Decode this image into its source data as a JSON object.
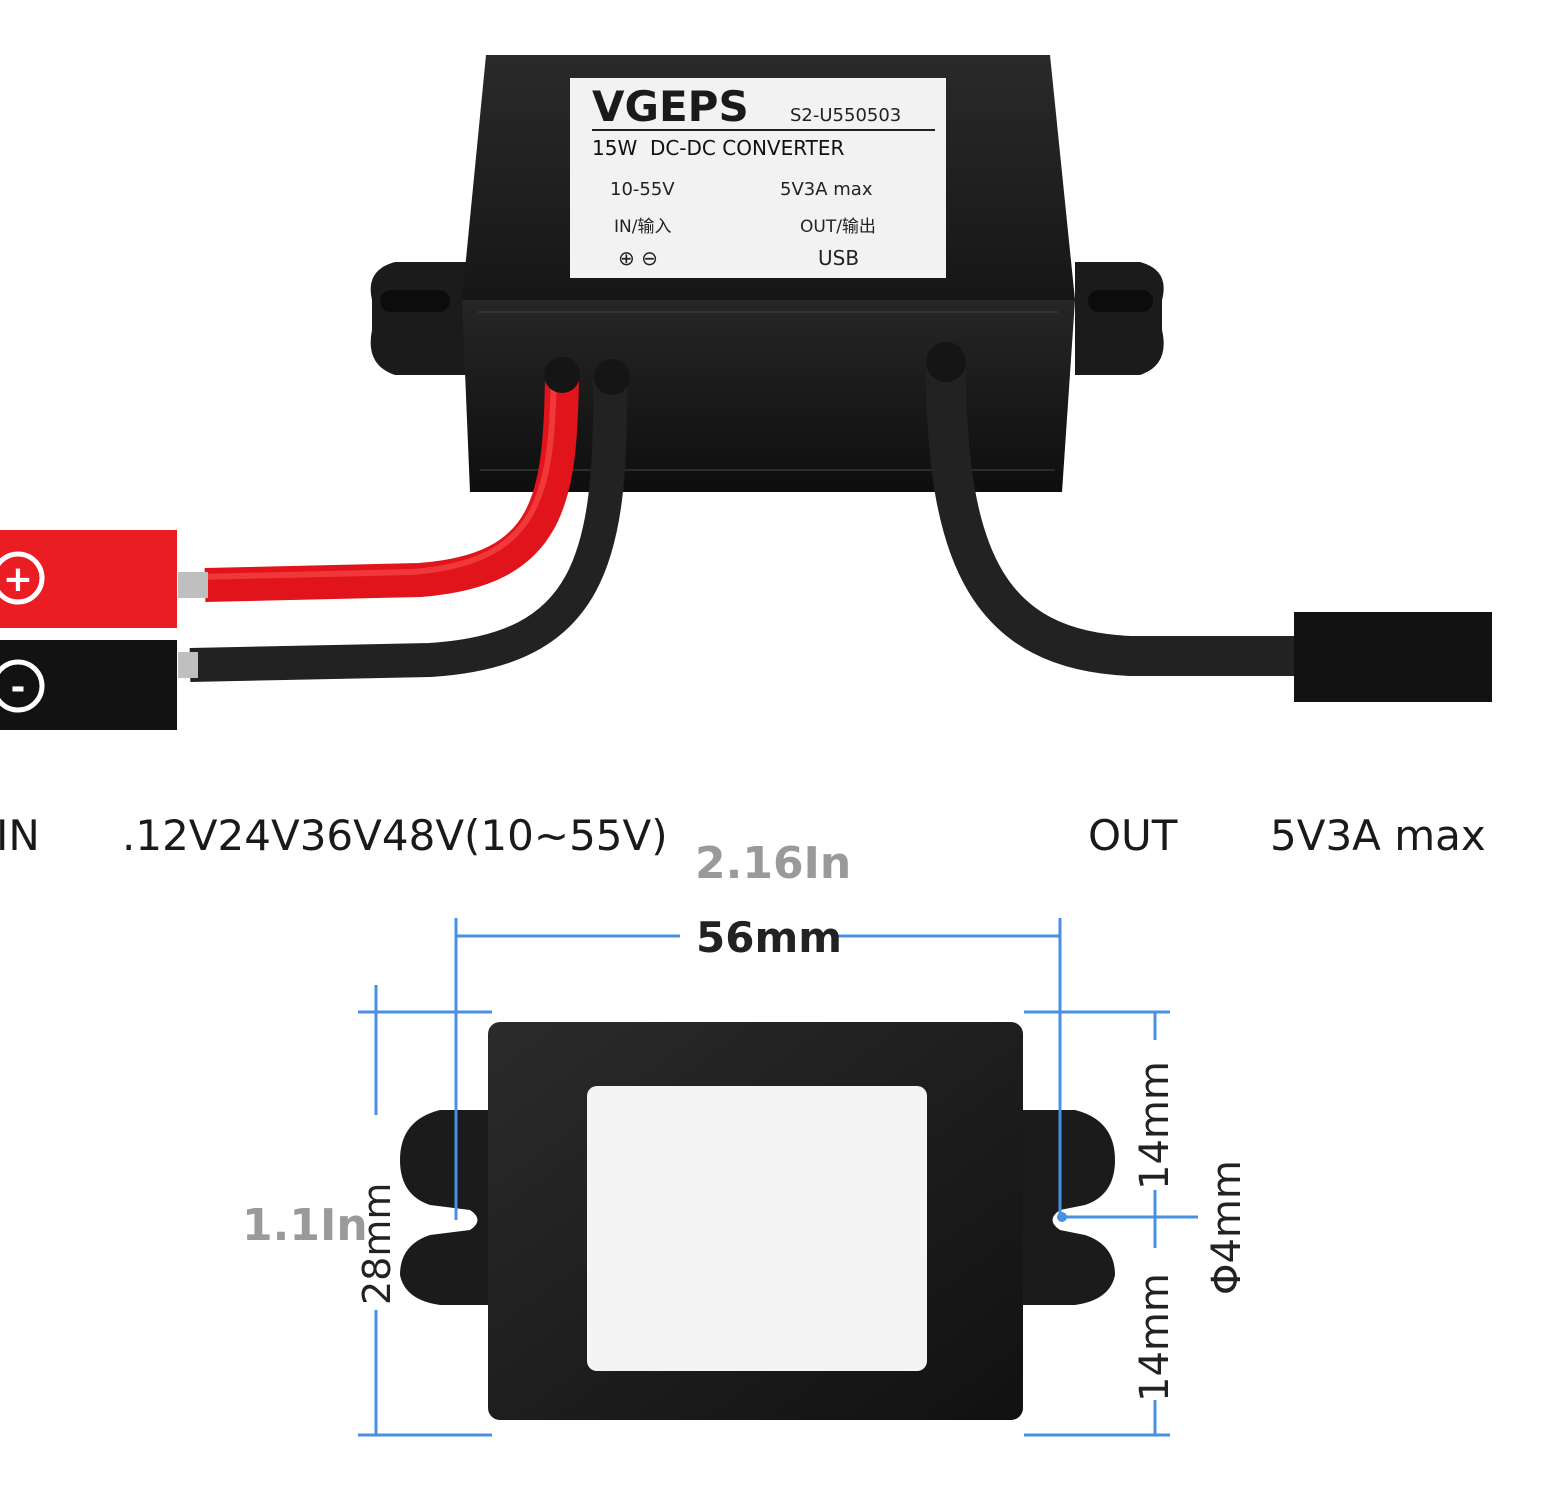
{
  "label": {
    "brand": "VGEPS",
    "model": "S2-U550503",
    "title": "15W  DC-DC CONVERTER",
    "input_range": "10-55V",
    "output_rating": "5V3A max",
    "input_label": "IN/输入",
    "output_label": "OUT/输出",
    "input_symbols": "⊕ ⊖",
    "output_type": "USB"
  },
  "wire_markers": {
    "plus": "+",
    "minus": "-"
  },
  "captions": {
    "in": "IN",
    "in_voltage": ".12V24V36V48V(10~55V)",
    "out": "OUT",
    "out_rating": "5V3A max"
  },
  "dimensions": {
    "width_in": "2.16In",
    "width_mm": "56mm",
    "height_in": "1.1In",
    "height_mm": "28mm",
    "half_top_mm": "14mm",
    "half_bottom_mm": "14mm",
    "hole_diameter": "Φ4mm"
  },
  "colors": {
    "housing": "#1c1c1c",
    "red_wire": "#e0141a",
    "dimension_line": "#4a90e2",
    "label_bg": "#f2f2f2"
  }
}
